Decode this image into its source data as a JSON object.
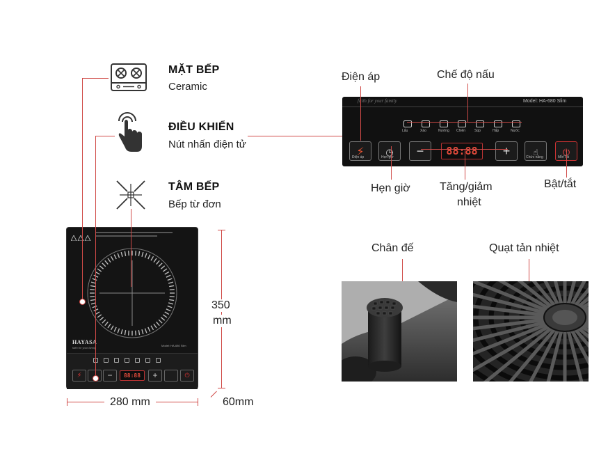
{
  "features": [
    {
      "title": "MẶT BẾP",
      "subtitle": "Ceramic",
      "icon": "stove-top-icon"
    },
    {
      "title": "ĐIỀU KHIỂN",
      "subtitle": "Nút nhấn điện tử",
      "icon": "touch-hand-icon"
    },
    {
      "title": "TÂM BẾP",
      "subtitle": "Bếp từ đơn",
      "icon": "induction-center-icon"
    }
  ],
  "cooktop": {
    "brand": "HAYASA",
    "slogan": "faith for your family",
    "model": "Model: HA-680 Slim",
    "display": "88:88"
  },
  "dimensions": {
    "height": "350",
    "height_unit": "mm",
    "width": "280 mm",
    "depth": "60mm"
  },
  "panel": {
    "slogan": "faith for your family",
    "model": "Model: HA-680 Slim",
    "display": "88:88",
    "modes": [
      "Lẩu",
      "Xào",
      "Nướng",
      "Chiên",
      "Súp",
      "Hấp",
      "Nước"
    ],
    "btn_voltage": "Điện áp",
    "btn_timer": "Hẹn giờ",
    "btn_function": "Chức năng",
    "btn_power": "Mở/Tắt"
  },
  "labels": {
    "voltage": "Điện áp",
    "cook_mode": "Chế độ nấu",
    "timer": "Hẹn giờ",
    "temp_line1": "Tăng/giảm",
    "temp_line2": "nhiệt",
    "power": "Bật/tắt",
    "feet": "Chân đế",
    "fan": "Quạt tản nhiệt"
  },
  "colors": {
    "accent": "#c8322f",
    "display": "#e14a3a",
    "body": "#111111"
  }
}
